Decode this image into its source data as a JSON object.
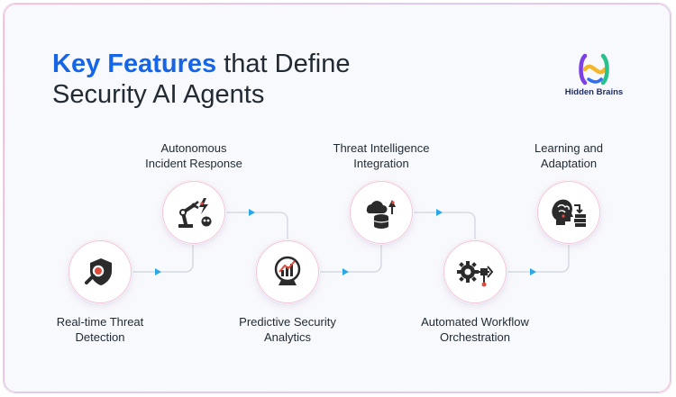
{
  "title": {
    "highlight": "Key Features",
    "rest_line1": " that Define",
    "line2": "Security AI Agents"
  },
  "brand": {
    "name": "Hidden Brains",
    "colors": {
      "purple": "#7b3fe4",
      "yellow": "#f2b72a",
      "green": "#28c08b",
      "blue": "#2d6ff0"
    }
  },
  "colors": {
    "accent": "#1565e8",
    "arrow": "#2aa8e6",
    "connector": "#cfd6e0",
    "text": "#222a33"
  },
  "features": [
    {
      "label_line1": "Real-time Threat",
      "label_line2": "Detection",
      "icon": "shield-magnifier-icon"
    },
    {
      "label_line1": "Autonomous",
      "label_line2": "Incident Response",
      "icon": "robot-arm-icon"
    },
    {
      "label_line1": "Predictive Security",
      "label_line2": "Analytics",
      "icon": "crystal-ball-chart-icon"
    },
    {
      "label_line1": "Threat Intelligence",
      "label_line2": "Integration",
      "icon": "cloud-database-icon"
    },
    {
      "label_line1": "Automated Workflow",
      "label_line2": "Orchestration",
      "icon": "gear-flow-icon"
    },
    {
      "label_line1": "Learning and",
      "label_line2": "Adaptation",
      "icon": "brain-books-icon"
    }
  ]
}
